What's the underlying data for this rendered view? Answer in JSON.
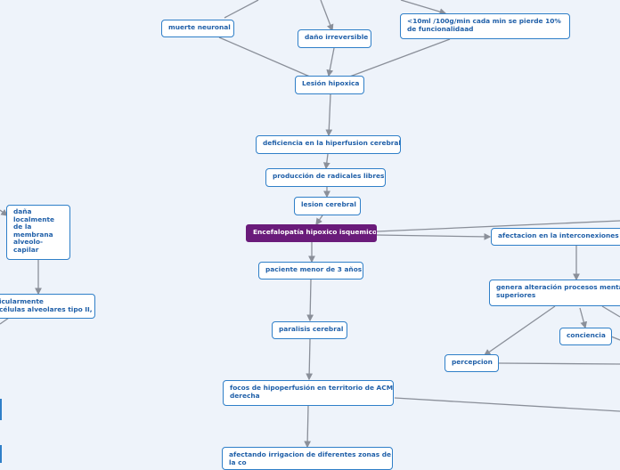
{
  "nodes": {
    "muerte_neuronal": "muerte neuronal",
    "dano_irreversible": "daño irreversible",
    "funcionalidad_line1": "<10ml /100g/min cada min se pierde 10%",
    "funcionalidad_line2": "de funcionalidaad",
    "lesion_hipoxica": "Lesión hipoxica",
    "deficiencia": "deficiencia en la hiperfusion cerebral",
    "radicales": "producción de radicales libres",
    "lesion_cerebral": "lesion cerebral",
    "root": "Encefalopatía hipoxico isquemico",
    "afectacion": "afectacion en la interconexiones ne",
    "genera_line1": "genera alteración procesos mentale",
    "genera_line2": "superiores",
    "conciencia": "conciencia",
    "percepcion": "percepcion",
    "paciente": "paciente menor de 3 años",
    "paralisis": "paralisis cerebral",
    "focos_line1": "focos de hipoperfusión en territorio de ACM",
    "focos_line2": "derecha",
    "afectando_line1": "afectando irrigacion de diferentes zonas de",
    "afectando_line2": "la co",
    "dana_line1": "daña",
    "dana_line2": "localmente",
    "dana_line3": "de la",
    "dana_line4": "membrana",
    "dana_line5": "alveolo-",
    "dana_line6": "capilar",
    "particular_line1": "icularmente",
    "particular_line2": "células alveolares tipo II,"
  },
  "colors": {
    "background": "#eef3fa",
    "node_border": "#2f7fc8",
    "node_text": "#1f5fa8",
    "root_fill": "#6a1b7a",
    "edge": "#8a8f99"
  }
}
